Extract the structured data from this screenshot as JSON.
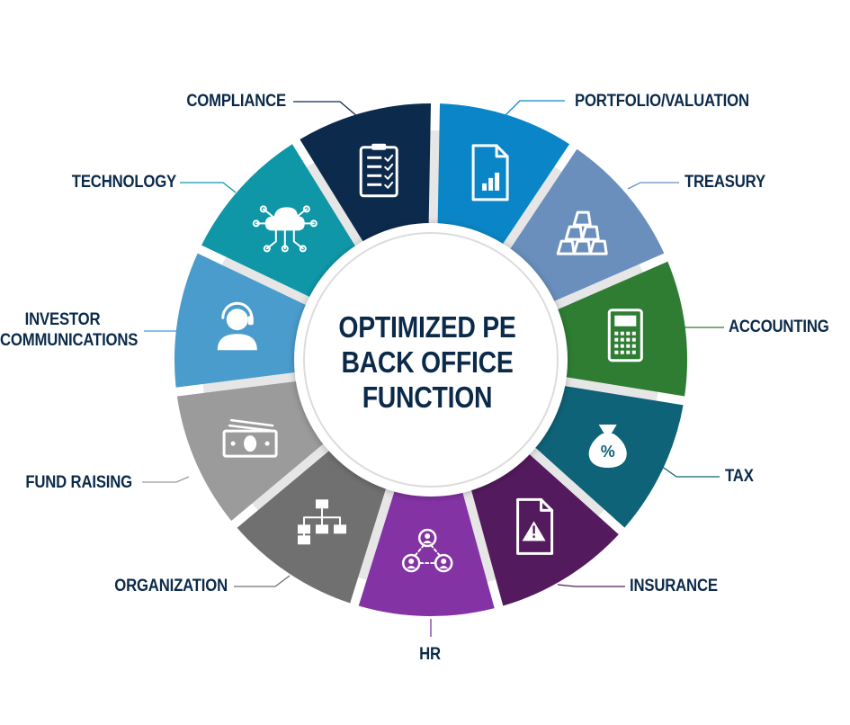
{
  "title_lines": [
    "OPTIMIZED PE",
    "BACK OFFICE",
    "FUNCTION"
  ],
  "segments": [
    {
      "label": "PORTFOLIO/VALUATION",
      "icon": "document-chart-icon",
      "color": "#0a86c8"
    },
    {
      "label": "TREASURY",
      "icon": "gold-bars-icon",
      "color": "#6a8fbd"
    },
    {
      "label": "ACCOUNTING",
      "icon": "calculator-icon",
      "color": "#2e7d32"
    },
    {
      "label": "TAX",
      "icon": "money-bag-percent-icon",
      "color": "#0e6378"
    },
    {
      "label": "INSURANCE",
      "icon": "document-warning-icon",
      "color": "#541a5e"
    },
    {
      "label": "HR",
      "icon": "people-network-icon",
      "color": "#8433a5"
    },
    {
      "label": "ORGANIZATION",
      "icon": "org-chart-icon",
      "color": "#707070"
    },
    {
      "label": "FUND RAISING",
      "icon": "cash-icon",
      "color": "#9b9b9b"
    },
    {
      "label_lines": [
        "INVESTOR",
        "COMMUNICATIONS"
      ],
      "icon": "headset-person-icon",
      "color": "#4a9ccd"
    },
    {
      "label": "TECHNOLOGY",
      "icon": "cloud-network-icon",
      "color": "#0f97a8"
    },
    {
      "label": "COMPLIANCE",
      "icon": "checklist-icon",
      "color": "#0c2a4c"
    }
  ]
}
